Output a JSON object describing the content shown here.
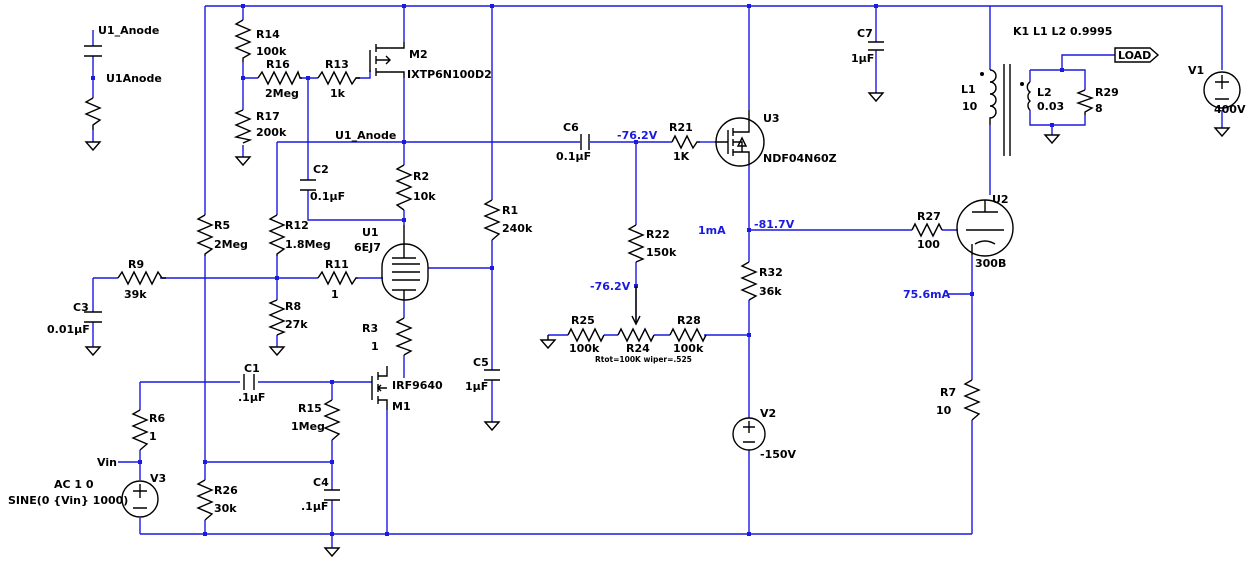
{
  "nets": {
    "u1_anode_flag": "U1_Anode",
    "u1anode_flag": "U1Anode",
    "u1_anode_wire": "U1_Anode",
    "vin": "Vin",
    "load": "LOAD"
  },
  "components": {
    "R14": {
      "ref": "R14",
      "value": "100k"
    },
    "R16": {
      "ref": "R16",
      "value": "2Meg"
    },
    "R13": {
      "ref": "R13",
      "value": "1k"
    },
    "R17": {
      "ref": "R17",
      "value": "200k"
    },
    "M2": {
      "ref": "M2",
      "value": "IXTP6N100D2"
    },
    "C2": {
      "ref": "C2",
      "value": "0.1µF"
    },
    "R2": {
      "ref": "R2",
      "value": "10k"
    },
    "R5": {
      "ref": "R5",
      "value": "2Meg"
    },
    "R12": {
      "ref": "R12",
      "value": "1.8Meg"
    },
    "U1": {
      "ref": "U1",
      "value": "6EJ7"
    },
    "R9": {
      "ref": "R9",
      "value": "39k"
    },
    "R11": {
      "ref": "R11",
      "value": "1"
    },
    "R8": {
      "ref": "R8",
      "value": "27k"
    },
    "C3": {
      "ref": "C3",
      "value": "0.01µF"
    },
    "R3": {
      "ref": "R3",
      "value": "1"
    },
    "R1": {
      "ref": "R1",
      "value": "240k"
    },
    "C5": {
      "ref": "C5",
      "value": "1µF"
    },
    "C1": {
      "ref": "C1",
      "value": ".1µF"
    },
    "M1": {
      "ref": "M1",
      "value": "IRF9640"
    },
    "R15": {
      "ref": "R15",
      "value": "1Meg"
    },
    "R6": {
      "ref": "R6",
      "value": "1"
    },
    "V3": {
      "ref": "V3",
      "value_line1": "AC 1 0",
      "value_line2": "SINE(0 {Vin} 1000)"
    },
    "R26": {
      "ref": "R26",
      "value": "30k"
    },
    "C4": {
      "ref": "C4",
      "value": ".1µF"
    },
    "C6": {
      "ref": "C6",
      "value": "0.1µF"
    },
    "R21": {
      "ref": "R21",
      "value": "1K"
    },
    "U3": {
      "ref": "U3",
      "value": "NDF04N60Z"
    },
    "R22": {
      "ref": "R22",
      "value": "150k"
    },
    "R25": {
      "ref": "R25",
      "value": "100k"
    },
    "R24": {
      "ref": "R24",
      "value": "Rtot=100K wiper=.525"
    },
    "R28": {
      "ref": "R28",
      "value": "100k"
    },
    "R32": {
      "ref": "R32",
      "value": "36k"
    },
    "V2": {
      "ref": "V2",
      "value": "-150V"
    },
    "C7": {
      "ref": "C7",
      "value": "1µF"
    },
    "K1": {
      "ref": "K1",
      "value": "K1 L1 L2 0.9995"
    },
    "L1": {
      "ref": "L1",
      "value": "10"
    },
    "L2": {
      "ref": "L2",
      "value": "0.03"
    },
    "R29": {
      "ref": "R29",
      "value": "8"
    },
    "V1": {
      "ref": "V1",
      "value": "400V"
    },
    "U2": {
      "ref": "U2",
      "value": "300B"
    },
    "R27": {
      "ref": "R27",
      "value": "100"
    },
    "R7": {
      "ref": "R7",
      "value": "10"
    }
  },
  "annotations": {
    "c6_node_voltage": "-76.2V",
    "wiper_voltage": "-76.2V",
    "u2_grid_current": "1mA",
    "u2_grid_voltage": "-81.7V",
    "u2_cathode_current": "75.6mA"
  },
  "colors": {
    "wire": "#1a1ae0",
    "component": "#000000",
    "annotation": "#1a1ae0",
    "background": "#ffffff"
  }
}
